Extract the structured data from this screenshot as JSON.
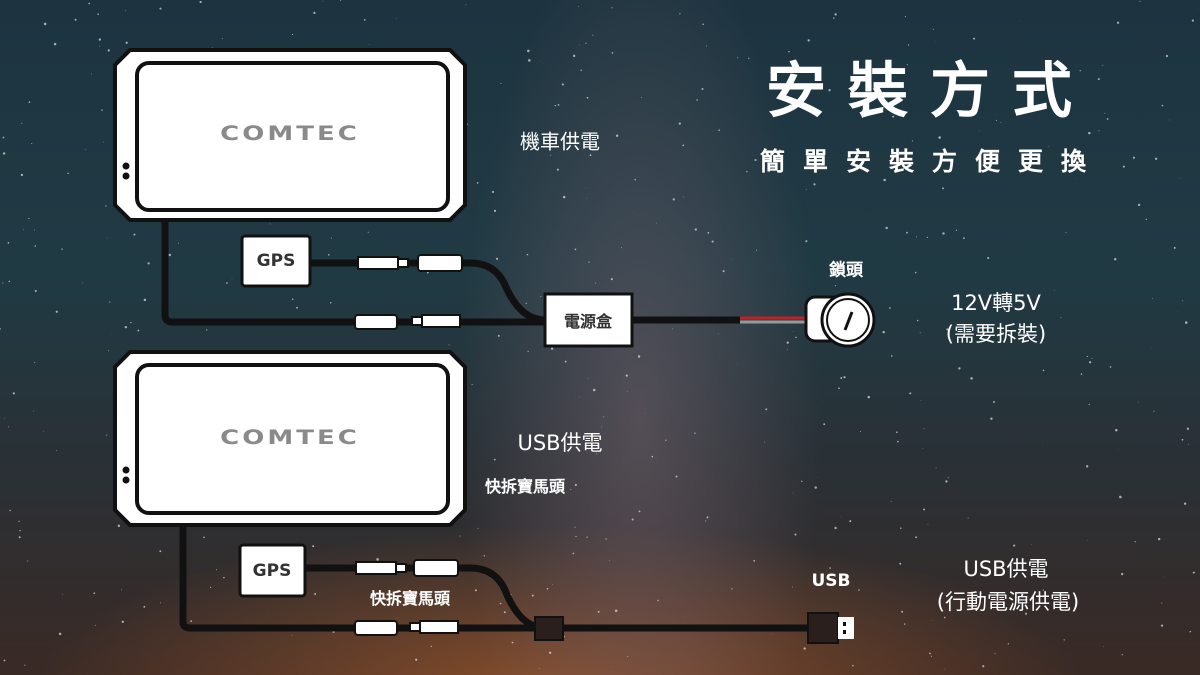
{
  "title": "安裝方式",
  "subtitle": "簡單安裝方便更換",
  "brand": "COMTEC",
  "top": {
    "label": "機車供電",
    "gps": "GPS",
    "power_box": "電源盒",
    "lock_label": "鎖頭",
    "voltage": "12V轉5V",
    "note": "(需要拆裝)"
  },
  "bottom": {
    "label": "USB供電",
    "connector_label": "快拆寶馬頭",
    "gps": "GPS",
    "cable_label": "快拆寶馬頭",
    "usb": "USB",
    "power_label": "USB供電",
    "power_note": "(行動電源供電)"
  },
  "colors": {
    "cable": "#111111",
    "device": "#ffffff",
    "brand": "#8a8a8a",
    "wire_red": "#c0202a"
  }
}
